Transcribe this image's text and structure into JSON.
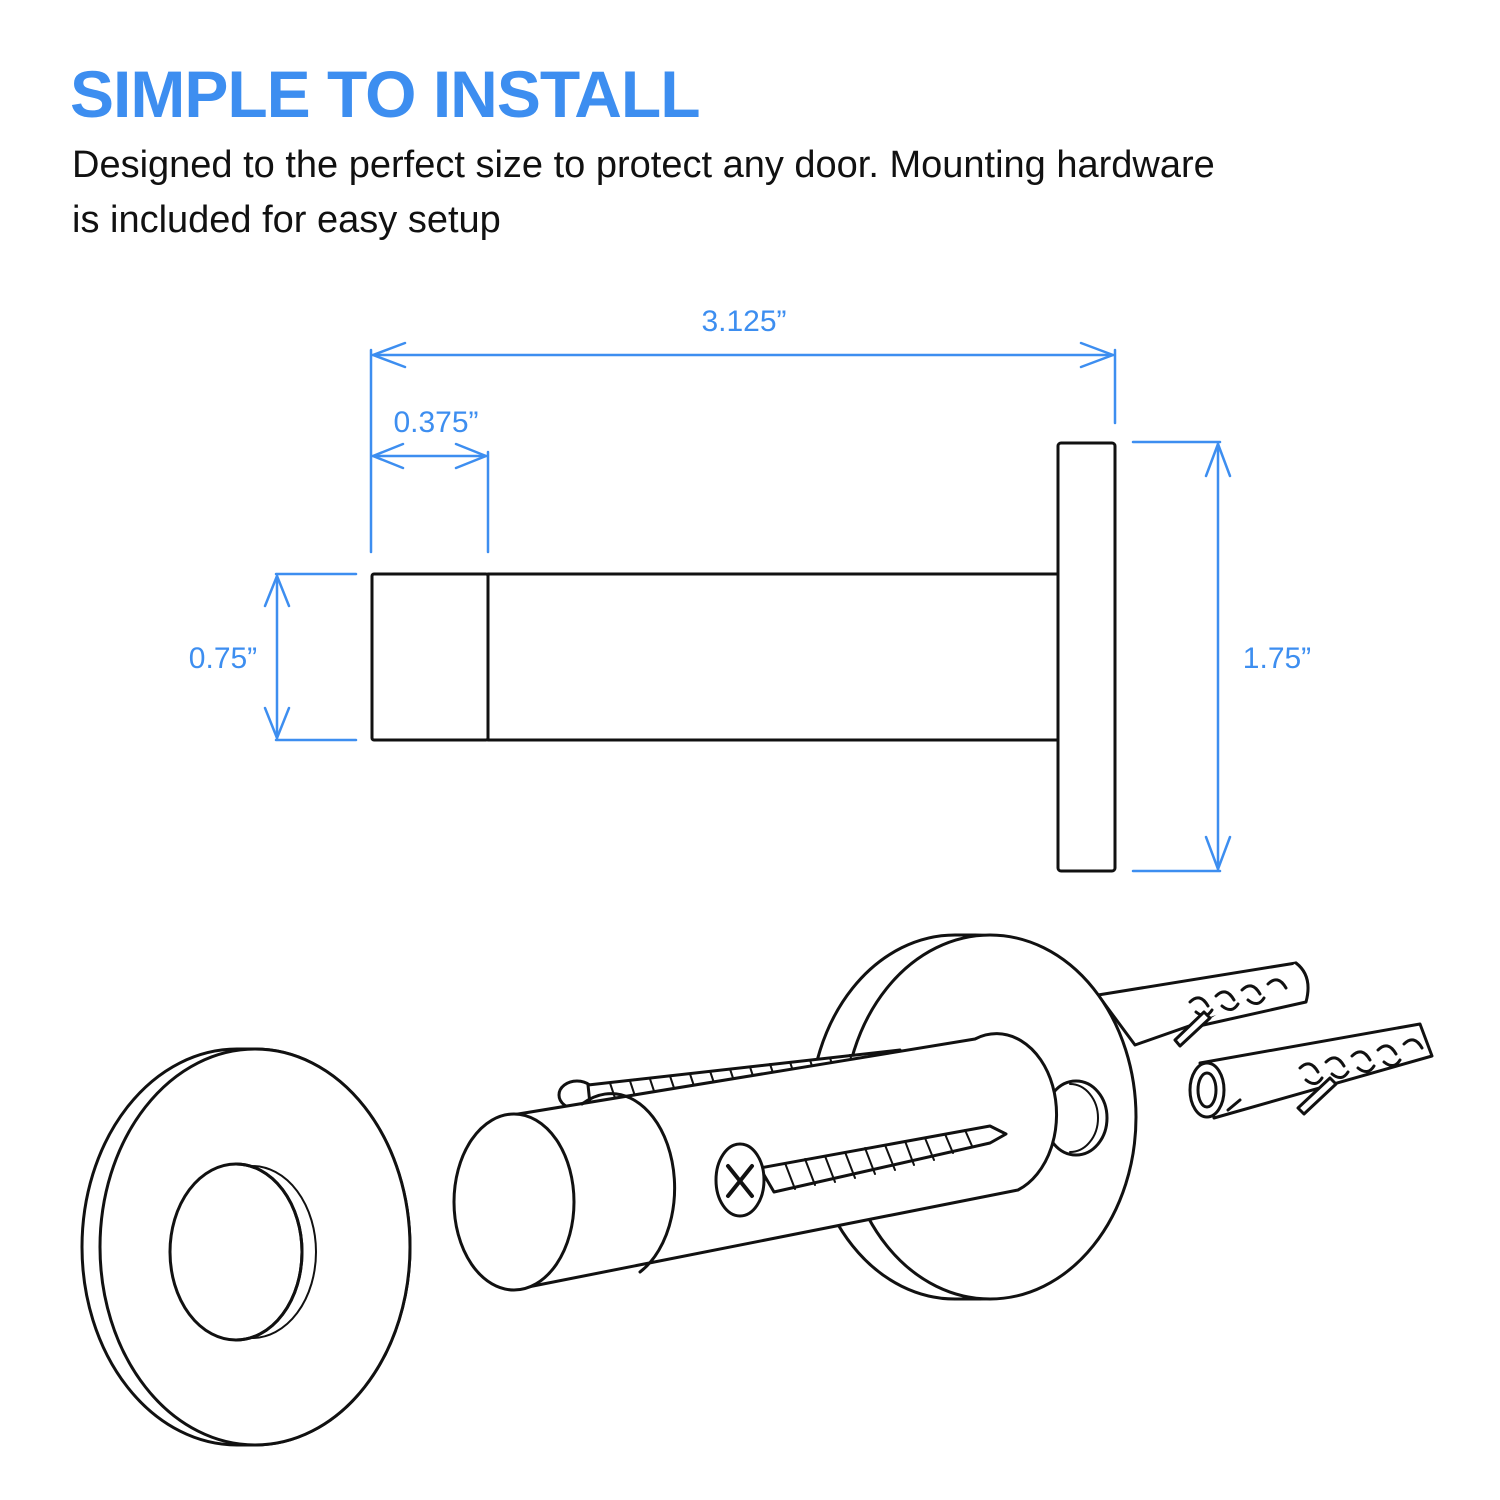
{
  "header": {
    "title": "SIMPLE TO INSTALL",
    "description_line1": "Designed to the perfect size to protect any door. Mounting hardware",
    "description_line2": "is included for easy setup"
  },
  "dimensions": {
    "overall_length": "3.125”",
    "tip_length": "0.375”",
    "body_diameter": "0.75”",
    "base_diameter": "1.75”"
  },
  "colors": {
    "accent": "#3d8ef0",
    "line": "#111111",
    "background": "#ffffff"
  }
}
